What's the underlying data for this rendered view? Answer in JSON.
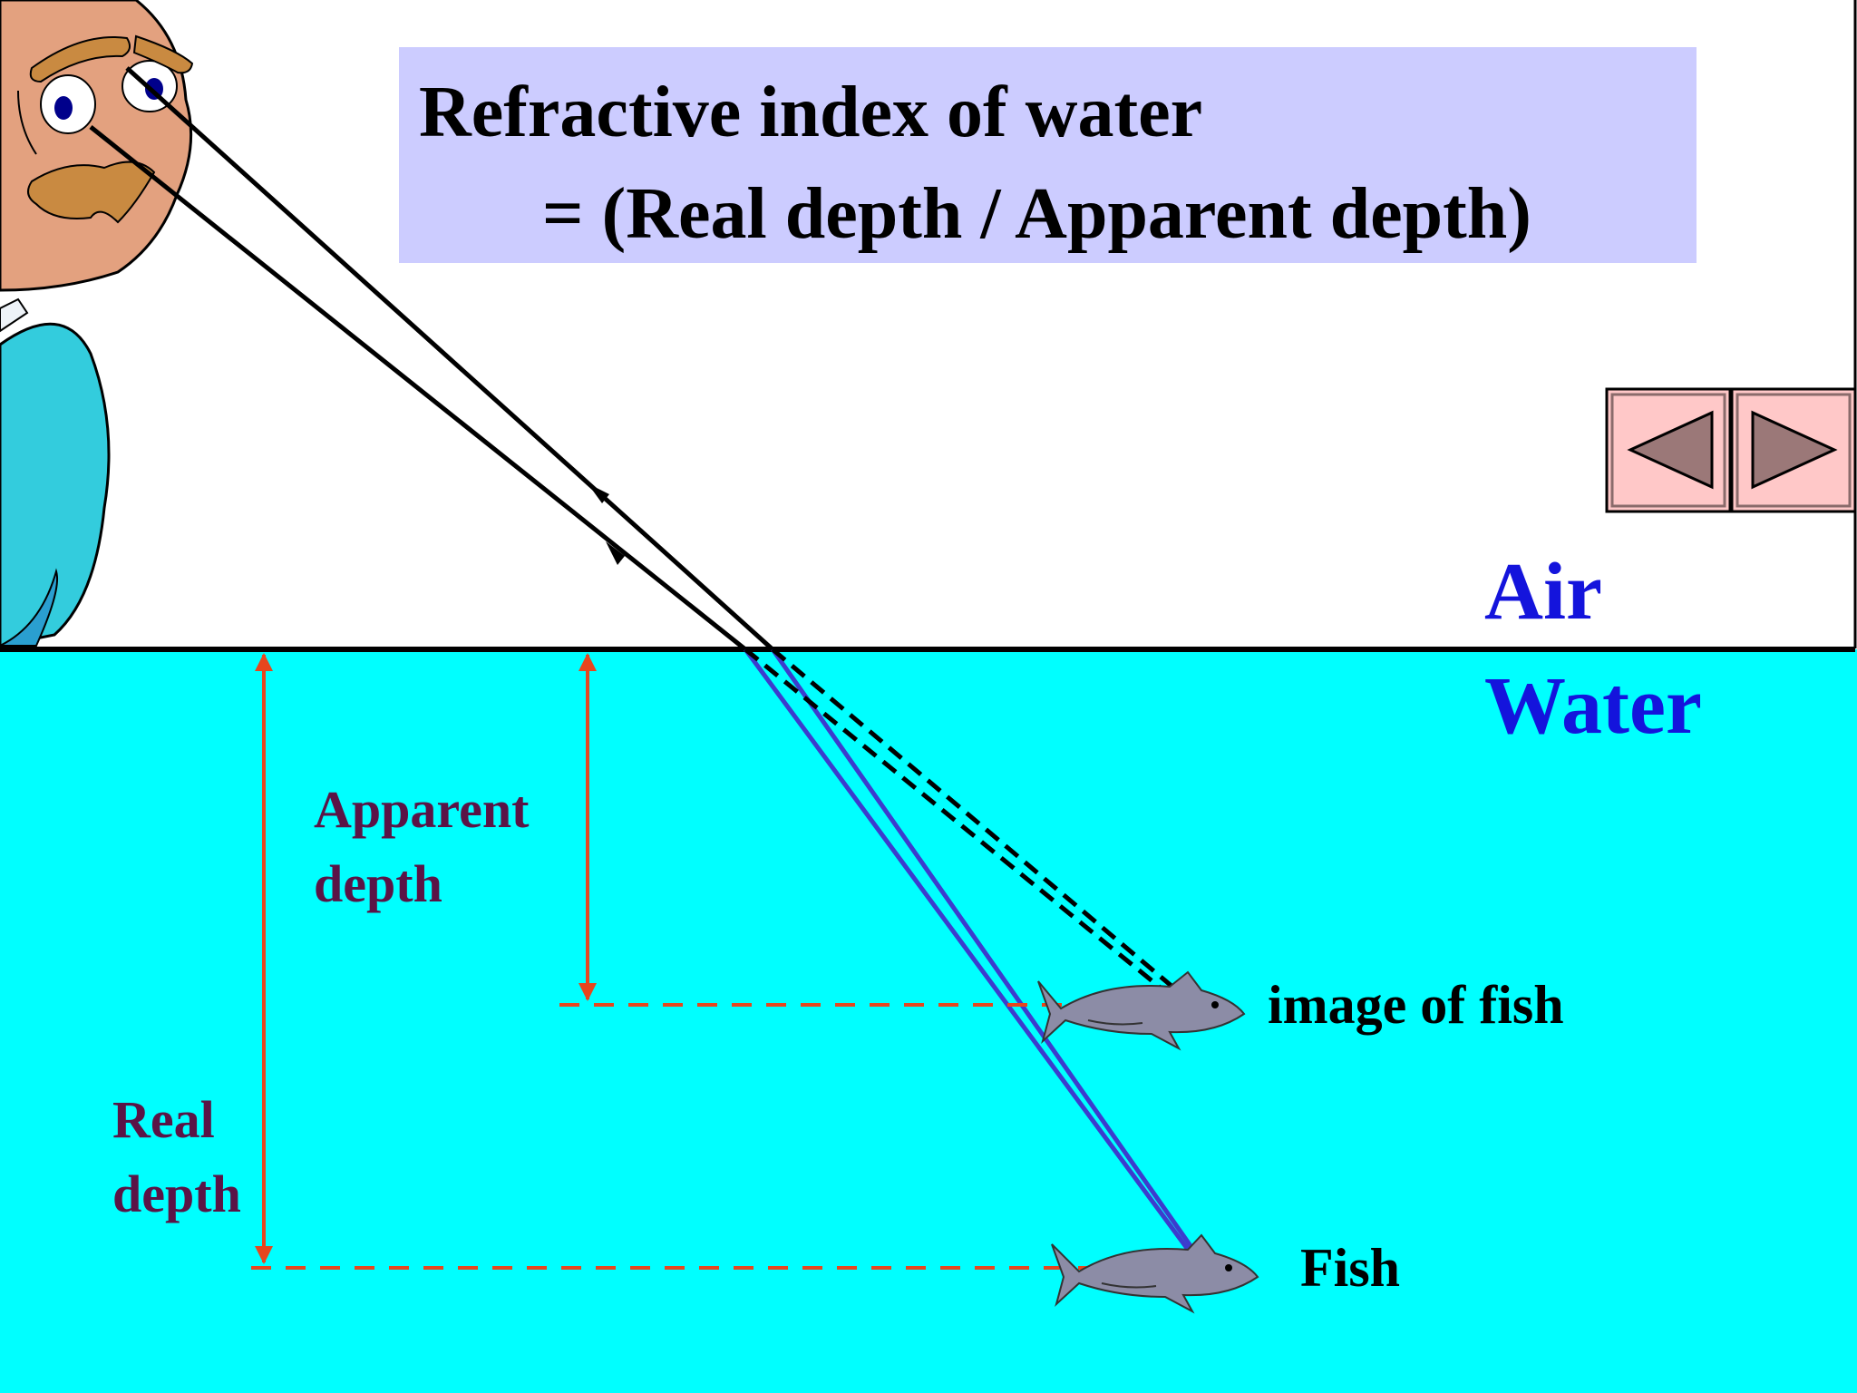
{
  "title": {
    "line1": "Refractive index of water",
    "line2": "= (Real depth / Apparent depth)"
  },
  "media": {
    "air": "Air",
    "water": "Water"
  },
  "labels": {
    "apparent_line1": "Apparent",
    "apparent_line2": "depth",
    "real_line1": "Real",
    "real_line2": "depth",
    "image_of_fish": "image of fish",
    "fish": "Fish"
  },
  "nav": {
    "prev_icon": "left-triangle-icon",
    "next_icon": "right-triangle-icon"
  },
  "colors": {
    "water": "#00ffff",
    "air": "#ffffff",
    "title_box": "#ccccff",
    "medium_text": "#1414dc",
    "depth_text": "#5a1446",
    "depth_marker": "#e6461e",
    "ray_in_water": "#3c3ccd",
    "nav_button": "#ffc8c8",
    "nav_triangle": "#9b7878"
  }
}
